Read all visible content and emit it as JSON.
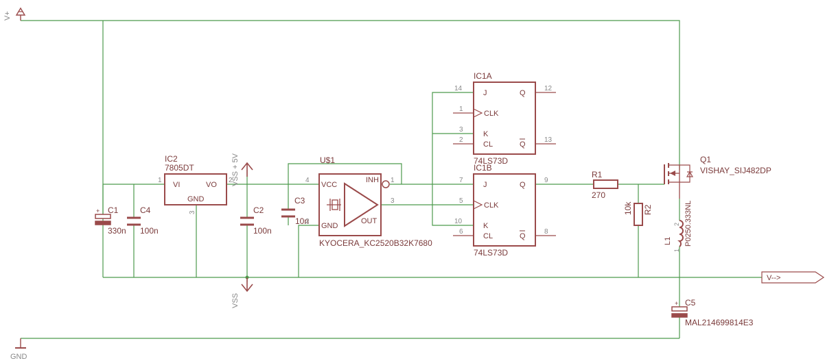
{
  "colors": {
    "wire": "#4c9a4c",
    "component": "#9a4a4a",
    "label": "#7a3a3a",
    "pin_number": "#888888",
    "background": "#ffffff"
  },
  "supply": {
    "vplus": "V+",
    "gnd": "GND",
    "vss": "VSS",
    "vss5": "VSS + 5V",
    "vout": "V-->"
  },
  "ic2": {
    "name": "IC2",
    "value": "7805DT",
    "pin_vi": "VI",
    "pin_vo": "VO",
    "pin_gnd": "GND",
    "n_vi": "1",
    "n_vo": "2",
    "n_gnd": "3"
  },
  "c1": {
    "name": "C1",
    "value": "330n"
  },
  "c4": {
    "name": "C4",
    "value": "100n"
  },
  "c2": {
    "name": "C2",
    "value": "100n"
  },
  "c3": {
    "name": "C3",
    "value": "10n"
  },
  "u1": {
    "name": "U$1",
    "value": "KYOCERA_KC2520B32K7680",
    "pin_vcc": "VCC",
    "pin_gnd": "GND",
    "pin_inh": "INH",
    "pin_out": "OUT",
    "n_vcc": "4",
    "n_gnd": "2",
    "n_inh": "1",
    "n_out": "3"
  },
  "ic1a": {
    "name": "IC1A",
    "value": "74LS73D",
    "pin_j": "J",
    "pin_clk": "CLK",
    "pin_k": "K",
    "pin_cl": "CL",
    "pin_q": "Q",
    "pin_qn": "Q",
    "n_j": "14",
    "n_clk": "1",
    "n_k": "3",
    "n_cl": "2",
    "n_q": "12",
    "n_qn": "13"
  },
  "ic1b": {
    "name": "IC1B",
    "value": "74LS73D",
    "pin_j": "J",
    "pin_clk": "CLK",
    "pin_k": "K",
    "pin_cl": "CL",
    "pin_q": "Q",
    "pin_qn": "Q",
    "n_j": "7",
    "n_clk": "5",
    "n_k": "10",
    "n_cl": "6",
    "n_q": "9",
    "n_qn": "8"
  },
  "r1": {
    "name": "R1",
    "value": "270"
  },
  "r2": {
    "name": "R2",
    "value": "10k"
  },
  "l1": {
    "name": "L1",
    "value": "P0250.333NL",
    "n1": "1",
    "n2": "2"
  },
  "q1": {
    "name": "Q1",
    "value": "VISHAY_SIJ482DP"
  },
  "c5": {
    "name": "C5",
    "value": "MAL214699814E3"
  }
}
